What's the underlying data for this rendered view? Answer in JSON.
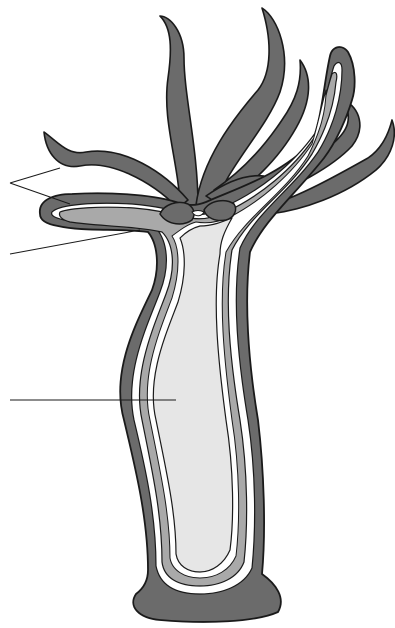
{
  "diagram": {
    "subject": "hydra-longitudinal-section",
    "labels": [
      {
        "id": "tentacles-pointer",
        "text": ""
      },
      {
        "id": "mouth-hypostome-pointer",
        "text": ""
      },
      {
        "id": "gastrovascular-cavity-pointer",
        "text": ""
      }
    ],
    "colors": {
      "outline": "#1a1a1a",
      "ectoderm": "#6b6b6b",
      "mesoglea": "#ffffff",
      "endoderm": "#a9a9a9",
      "cavity": "#e6e6e6",
      "background": "#ffffff"
    }
  }
}
